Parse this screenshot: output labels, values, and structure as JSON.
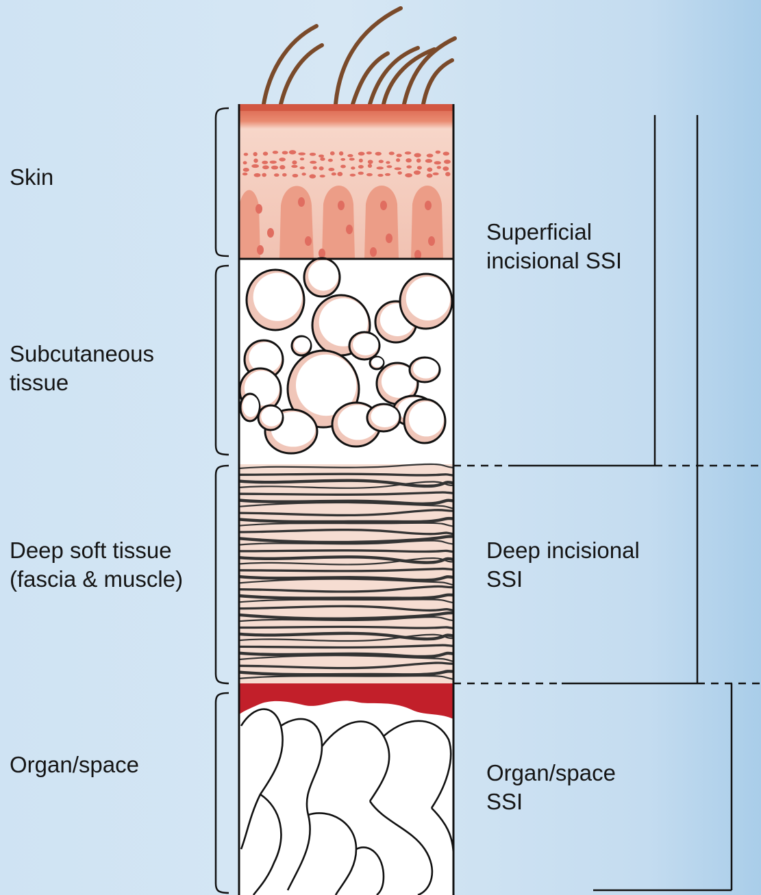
{
  "tissue_layers": {
    "skin": {
      "lines": [
        "Skin"
      ]
    },
    "subcutaneous": {
      "lines": [
        "Subcutaneous",
        "tissue"
      ]
    },
    "deep_soft": {
      "lines": [
        "Deep soft tissue",
        "(fascia & muscle)"
      ]
    },
    "organ_space": {
      "lines": [
        "Organ/space"
      ]
    }
  },
  "ssi_categories": {
    "superficial": {
      "lines": [
        "Superficial",
        "incisional SSI"
      ]
    },
    "deep": {
      "lines": [
        "Deep incisional",
        "SSI"
      ]
    },
    "organ_space": {
      "lines": [
        "Organ/space",
        "SSI"
      ]
    }
  },
  "colors": {
    "background": "#d4e6f4",
    "skin_top": "#e0725e",
    "skin_body": "#f3cdbf",
    "skin_dots": "#e06d60",
    "fat_cells": "#ffffff",
    "fat_shadow": "#f2c9bd",
    "muscle_stripes": "#3a3a3a",
    "organ_fill": "#ffffff",
    "organ_shadow": "#f5d3c9",
    "blood": "#c21f2a",
    "hair": "#7a4a2a",
    "line": "#111111"
  }
}
